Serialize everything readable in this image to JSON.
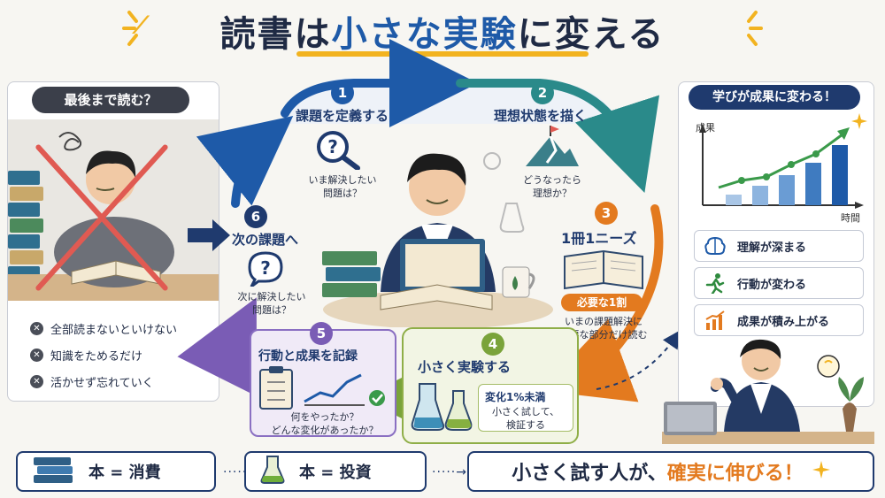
{
  "title": {
    "part1": "読書は",
    "part2": "小さな実験",
    "part3": "に変える"
  },
  "left": {
    "heading": "最後まで読む？",
    "items": [
      "全部読まないといけない",
      "知識をためるだけ",
      "活かせず忘れていく"
    ]
  },
  "steps": [
    {
      "num": "1",
      "title": "課題を定義する",
      "desc_line1": "いま解決したい",
      "desc_line2": "問題は？"
    },
    {
      "num": "2",
      "title": "理想状態を描く",
      "desc_line1": "どうなったら",
      "desc_line2": "理想か？"
    },
    {
      "num": "3",
      "title": "1冊1ニーズ",
      "pill": "必要な1割",
      "desc_line1": "いまの課題解決に",
      "desc_line2": "必要な部分だけ読む"
    },
    {
      "num": "4",
      "title": "小さく実験する",
      "sub_title": "変化1%未満",
      "desc_line1": "小さく試して、",
      "desc_line2": "検証する"
    },
    {
      "num": "5",
      "title": "行動と成果を記録",
      "desc_line1": "何をやったか？",
      "desc_line2": "どんな変化があったか？"
    },
    {
      "num": "6",
      "title": "次の課題へ",
      "desc_line1": "次に解決したい",
      "desc_line2": "問題は？"
    }
  ],
  "right": {
    "heading": "学びが成果に変わる！",
    "chart_ylabel": "成果",
    "chart_xlabel": "時間",
    "benefits": [
      {
        "label": "理解が深まる",
        "icon": "brain-icon"
      },
      {
        "label": "行動が変わる",
        "icon": "running-person-icon"
      },
      {
        "label": "成果が積み上がる",
        "icon": "growth-chart-icon"
      }
    ]
  },
  "bottom": {
    "box1": "本 = 消費",
    "box2": "本 = 投資",
    "slogan_part1": "小さく試す人が、",
    "slogan_part2": "確実に伸びる！"
  },
  "colors": {
    "navy": "#1f3a6e",
    "blue": "#1e5aa8",
    "teal": "#2a8a8a",
    "orange": "#e37a1f",
    "green": "#7aa33a",
    "purple": "#7a5cb5",
    "red_x": "#e05a52",
    "yellow": "#f2b320"
  }
}
